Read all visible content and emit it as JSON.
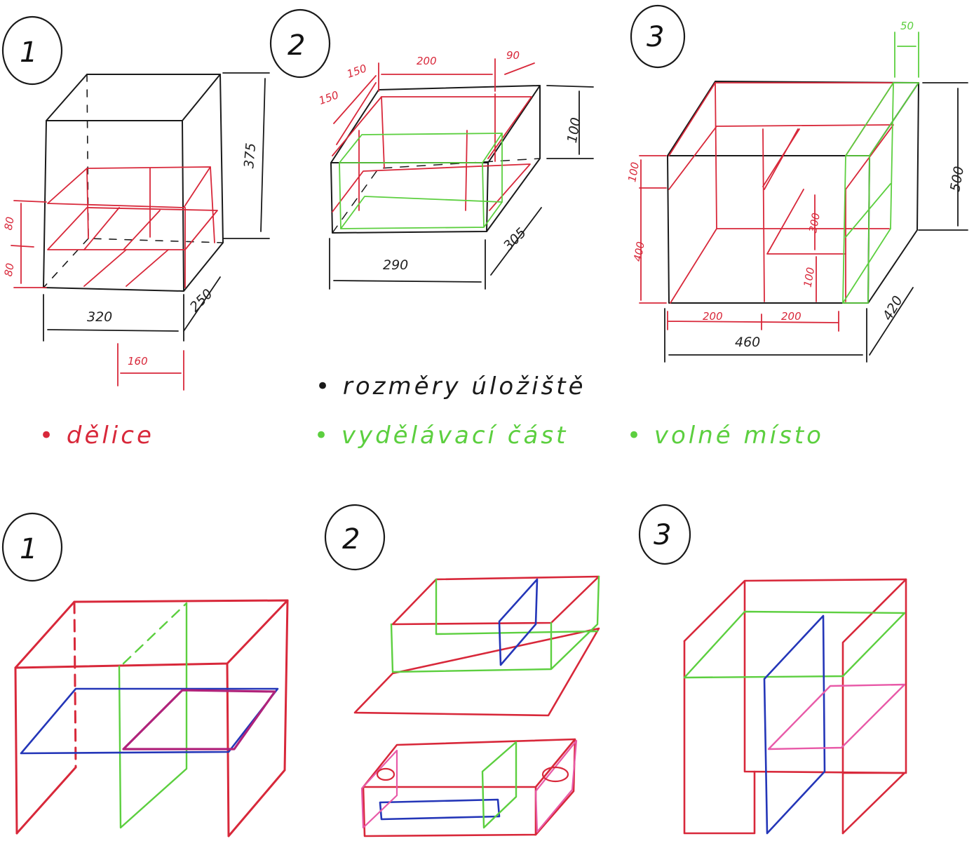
{
  "steps": [
    {
      "number": "1",
      "dims": {
        "height": "375",
        "width": "320",
        "depth": "250",
        "shelf_a": "80",
        "shelf_b": "80",
        "offset": "160"
      }
    },
    {
      "number": "2",
      "dims": {
        "a": "150",
        "b": "150",
        "c": "200",
        "d": "90",
        "height": "100",
        "width": "290",
        "depth": "305"
      }
    },
    {
      "number": "3",
      "dims": {
        "top": "50",
        "height": "500",
        "upper": "100",
        "lower": "400",
        "mid": "300",
        "small": "100",
        "w1": "200",
        "w2": "200",
        "width": "460",
        "depth": "420"
      }
    }
  ],
  "legend": {
    "red": "• dělice",
    "black": "• rozměry úložiště",
    "green_1": "• vydělávací část",
    "green_2": "• volné místo"
  },
  "bottom_steps": [
    "1",
    "2",
    "3"
  ],
  "colors": {
    "black": "#1a1a1a",
    "red": "#d8283a",
    "green": "#5ccf3f",
    "blue": "#2436b8",
    "magenta": "#b0227a",
    "pink": "#e85aa8"
  }
}
